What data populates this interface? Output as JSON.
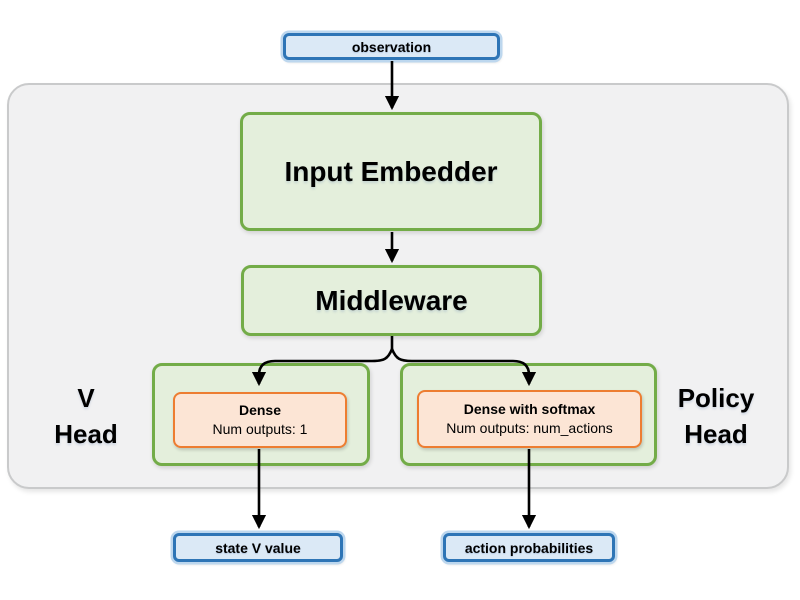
{
  "diagram": {
    "observation": "observation",
    "input_embedder": "Input Embedder",
    "middleware": "Middleware",
    "v_head": {
      "line1": "V",
      "line2": "Head"
    },
    "policy_head": {
      "line1": "Policy",
      "line2": "Head"
    },
    "dense_v": {
      "title": "Dense",
      "subtitle": "Num outputs: 1"
    },
    "dense_policy": {
      "title": "Dense with softmax",
      "subtitle": "Num outputs: num_actions"
    },
    "state_v_value": "state V value",
    "action_probabilities": "action probabilities"
  },
  "colors": {
    "blue_fill": "#dbe9f6",
    "blue_border": "#2e75b6",
    "blue_halo": "#bdd7ee",
    "green_fill": "#e4efdc",
    "green_border": "#73ac48",
    "orange_fill": "#fce5d5",
    "orange_border": "#ed7d31",
    "container_fill": "#f1f1f2",
    "container_border": "#c9cacb",
    "arrow": "#000000",
    "text": "#000000"
  }
}
